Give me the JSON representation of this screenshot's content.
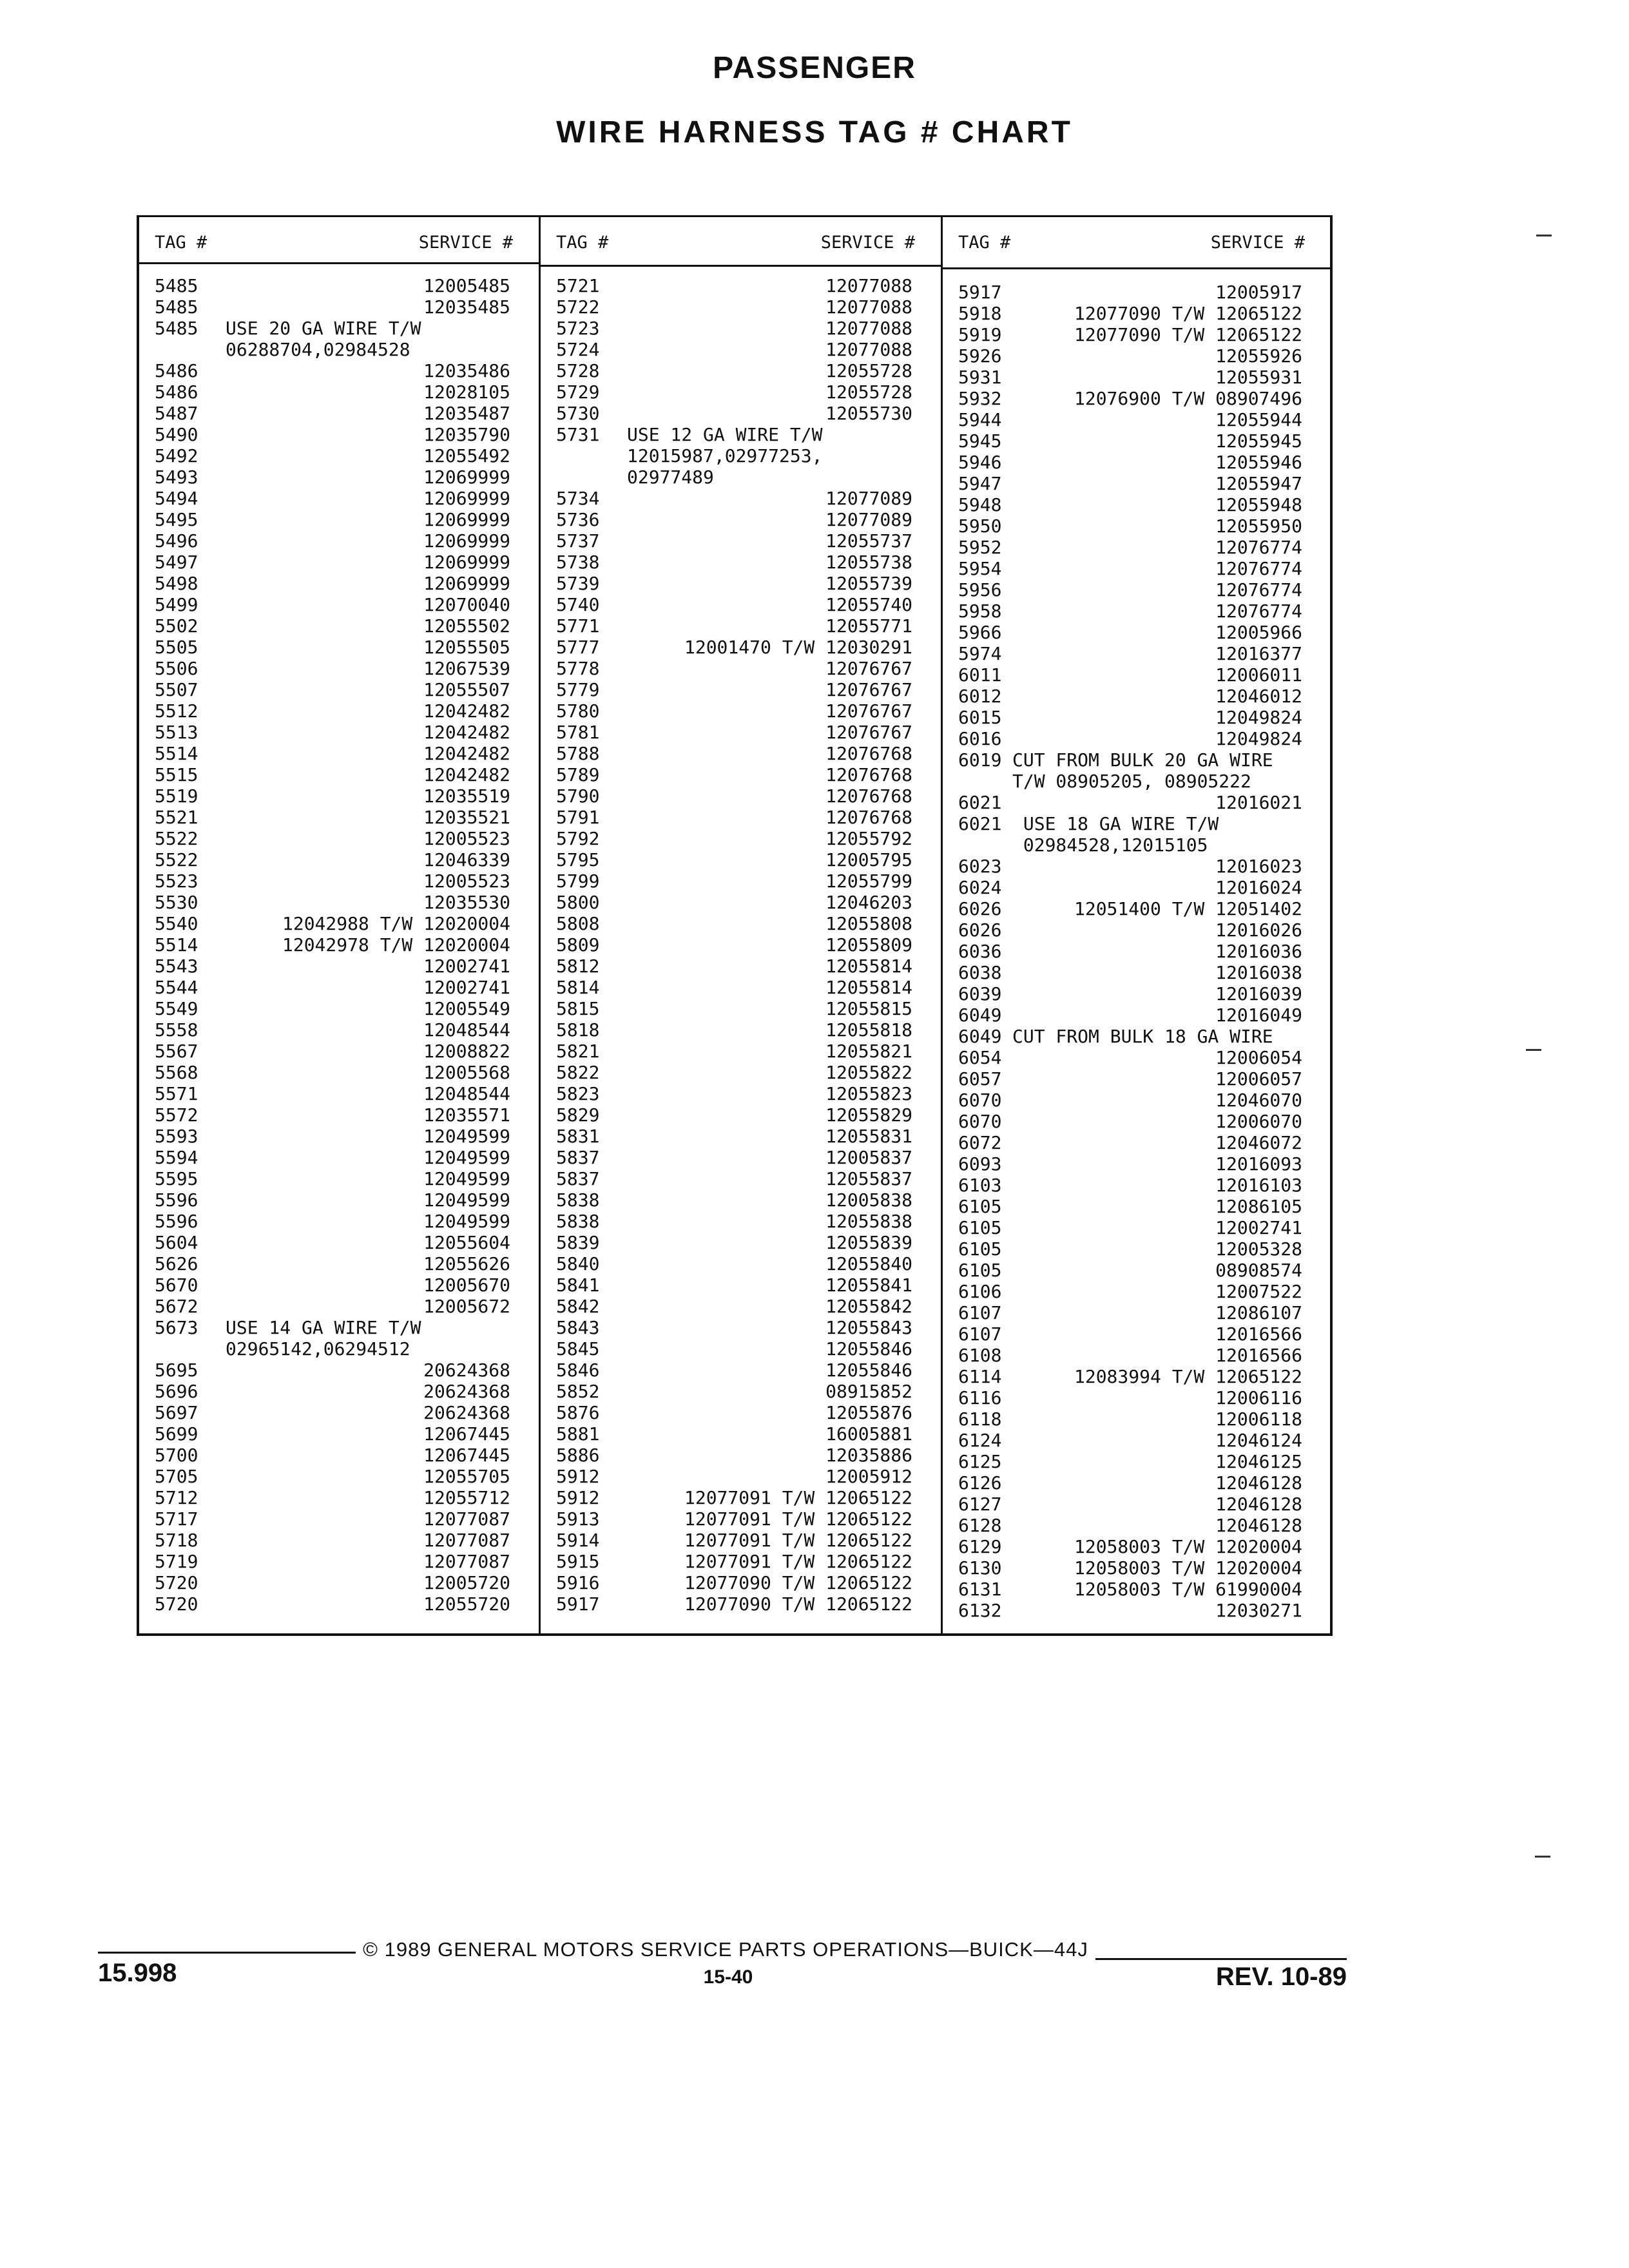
{
  "header": {
    "title": "PASSENGER",
    "subtitle": "WIRE HARNESS TAG # CHART"
  },
  "column_headers": {
    "tag": "TAG #",
    "service": "SERVICE #"
  },
  "columns": [
    [
      {
        "tag": "5485",
        "service": "12005485"
      },
      {
        "tag": "5485",
        "service": "12035485"
      },
      {
        "tag": "5485",
        "note": "USE 20 GA WIRE T/W"
      },
      {
        "tag": "",
        "note": "06288704,02984528"
      },
      {
        "tag": "5486",
        "service": "12035486"
      },
      {
        "tag": "5486",
        "service": "12028105"
      },
      {
        "tag": "5487",
        "service": "12035487"
      },
      {
        "tag": "5490",
        "service": "12035790"
      },
      {
        "tag": "5492",
        "service": "12055492"
      },
      {
        "tag": "5493",
        "service": "12069999"
      },
      {
        "tag": "5494",
        "service": "12069999"
      },
      {
        "tag": "5495",
        "service": "12069999"
      },
      {
        "tag": "5496",
        "service": "12069999"
      },
      {
        "tag": "5497",
        "service": "12069999"
      },
      {
        "tag": "5498",
        "service": "12069999"
      },
      {
        "tag": "5499",
        "service": "12070040"
      },
      {
        "tag": "5502",
        "service": "12055502"
      },
      {
        "tag": "5505",
        "service": "12055505"
      },
      {
        "tag": "5506",
        "service": "12067539"
      },
      {
        "tag": "5507",
        "service": "12055507"
      },
      {
        "tag": "5512",
        "service": "12042482"
      },
      {
        "tag": "5513",
        "service": "12042482"
      },
      {
        "tag": "5514",
        "service": "12042482"
      },
      {
        "tag": "5515",
        "service": "12042482"
      },
      {
        "tag": "5519",
        "service": "12035519"
      },
      {
        "tag": "5521",
        "service": "12035521"
      },
      {
        "tag": "5522",
        "service": "12005523"
      },
      {
        "tag": "5522",
        "service": "12046339"
      },
      {
        "tag": "5523",
        "service": "12005523"
      },
      {
        "tag": "5530",
        "service": "12035530"
      },
      {
        "tag": "5540",
        "service": "12042988 T/W 12020004"
      },
      {
        "tag": "5514",
        "service": "12042978 T/W 12020004"
      },
      {
        "tag": "5543",
        "service": "12002741"
      },
      {
        "tag": "5544",
        "service": "12002741"
      },
      {
        "tag": "5549",
        "service": "12005549"
      },
      {
        "tag": "5558",
        "service": "12048544"
      },
      {
        "tag": "5567",
        "service": "12008822"
      },
      {
        "tag": "5568",
        "service": "12005568"
      },
      {
        "tag": "5571",
        "service": "12048544"
      },
      {
        "tag": "5572",
        "service": "12035571"
      },
      {
        "tag": "5593",
        "service": "12049599"
      },
      {
        "tag": "5594",
        "service": "12049599"
      },
      {
        "tag": "5595",
        "service": "12049599"
      },
      {
        "tag": "5596",
        "service": "12049599"
      },
      {
        "tag": "5596",
        "service": "12049599"
      },
      {
        "tag": "5604",
        "service": "12055604"
      },
      {
        "tag": "5626",
        "service": "12055626"
      },
      {
        "tag": "5670",
        "service": "12005670"
      },
      {
        "tag": "5672",
        "service": "12005672"
      },
      {
        "tag": "5673",
        "note": "USE 14 GA WIRE T/W"
      },
      {
        "tag": "",
        "note": "02965142,06294512"
      },
      {
        "tag": "5695",
        "service": "20624368"
      },
      {
        "tag": "5696",
        "service": "20624368"
      },
      {
        "tag": "5697",
        "service": "20624368"
      },
      {
        "tag": "5699",
        "service": "12067445"
      },
      {
        "tag": "5700",
        "service": "12067445"
      },
      {
        "tag": "5705",
        "service": "12055705"
      },
      {
        "tag": "5712",
        "service": "12055712"
      },
      {
        "tag": "5717",
        "service": "12077087"
      },
      {
        "tag": "5718",
        "service": "12077087"
      },
      {
        "tag": "5719",
        "service": "12077087"
      },
      {
        "tag": "5720",
        "service": "12005720"
      },
      {
        "tag": "5720",
        "service": "12055720"
      }
    ],
    [
      {
        "tag": "5721",
        "service": "12077088"
      },
      {
        "tag": "5722",
        "service": "12077088"
      },
      {
        "tag": "5723",
        "service": "12077088"
      },
      {
        "tag": "5724",
        "service": "12077088"
      },
      {
        "tag": "5728",
        "service": "12055728"
      },
      {
        "tag": "5729",
        "service": "12055728"
      },
      {
        "tag": "5730",
        "service": "12055730"
      },
      {
        "tag": "5731",
        "note": "USE 12 GA WIRE T/W"
      },
      {
        "tag": "",
        "note": "12015987,02977253,"
      },
      {
        "tag": "",
        "note": "02977489"
      },
      {
        "tag": "5734",
        "service": "12077089"
      },
      {
        "tag": "5736",
        "service": "12077089"
      },
      {
        "tag": "5737",
        "service": "12055737"
      },
      {
        "tag": "5738",
        "service": "12055738"
      },
      {
        "tag": "5739",
        "service": "12055739"
      },
      {
        "tag": "5740",
        "service": "12055740"
      },
      {
        "tag": "5771",
        "service": "12055771"
      },
      {
        "tag": "5777",
        "service": "12001470 T/W 12030291"
      },
      {
        "tag": "5778",
        "service": "12076767"
      },
      {
        "tag": "5779",
        "service": "12076767"
      },
      {
        "tag": "5780",
        "service": "12076767"
      },
      {
        "tag": "5781",
        "service": "12076767"
      },
      {
        "tag": "5788",
        "service": "12076768"
      },
      {
        "tag": "5789",
        "service": "12076768"
      },
      {
        "tag": "5790",
        "service": "12076768"
      },
      {
        "tag": "5791",
        "service": "12076768"
      },
      {
        "tag": "5792",
        "service": "12055792"
      },
      {
        "tag": "5795",
        "service": "12005795"
      },
      {
        "tag": "5799",
        "service": "12055799"
      },
      {
        "tag": "5800",
        "service": "12046203"
      },
      {
        "tag": "5808",
        "service": "12055808"
      },
      {
        "tag": "5809",
        "service": "12055809"
      },
      {
        "tag": "5812",
        "service": "12055814"
      },
      {
        "tag": "5814",
        "service": "12055814"
      },
      {
        "tag": "5815",
        "service": "12055815"
      },
      {
        "tag": "5818",
        "service": "12055818"
      },
      {
        "tag": "5821",
        "service": "12055821"
      },
      {
        "tag": "5822",
        "service": "12055822"
      },
      {
        "tag": "5823",
        "service": "12055823"
      },
      {
        "tag": "5829",
        "service": "12055829"
      },
      {
        "tag": "5831",
        "service": "12055831"
      },
      {
        "tag": "5837",
        "service": "12005837"
      },
      {
        "tag": "5837",
        "service": "12055837"
      },
      {
        "tag": "5838",
        "service": "12005838"
      },
      {
        "tag": "5838",
        "service": "12055838"
      },
      {
        "tag": "5839",
        "service": "12055839"
      },
      {
        "tag": "5840",
        "service": "12055840"
      },
      {
        "tag": "5841",
        "service": "12055841"
      },
      {
        "tag": "5842",
        "service": "12055842"
      },
      {
        "tag": "5843",
        "service": "12055843"
      },
      {
        "tag": "5845",
        "service": "12055846"
      },
      {
        "tag": "5846",
        "service": "12055846"
      },
      {
        "tag": "5852",
        "service": "08915852"
      },
      {
        "tag": "5876",
        "service": "12055876"
      },
      {
        "tag": "5881",
        "service": "16005881"
      },
      {
        "tag": "5886",
        "service": "12035886"
      },
      {
        "tag": "5912",
        "service": "12005912"
      },
      {
        "tag": "5912",
        "service": "12077091 T/W 12065122"
      },
      {
        "tag": "5913",
        "service": "12077091 T/W 12065122"
      },
      {
        "tag": "5914",
        "service": "12077091 T/W 12065122"
      },
      {
        "tag": "5915",
        "service": "12077091 T/W 12065122"
      },
      {
        "tag": "5916",
        "service": "12077090 T/W 12065122"
      },
      {
        "tag": "5917",
        "service": "12077090 T/W 12065122"
      }
    ],
    [
      {
        "tag": "5917",
        "service": "12005917"
      },
      {
        "tag": "5918",
        "service": "12077090 T/W 12065122"
      },
      {
        "tag": "5919",
        "service": "12077090 T/W 12065122"
      },
      {
        "tag": "5926",
        "service": "12055926"
      },
      {
        "tag": "5931",
        "service": "12055931"
      },
      {
        "tag": "5932",
        "service": "12076900 T/W 08907496"
      },
      {
        "tag": "5944",
        "service": "12055944"
      },
      {
        "tag": "5945",
        "service": "12055945"
      },
      {
        "tag": "5946",
        "service": "12055946"
      },
      {
        "tag": "5947",
        "service": "12055947"
      },
      {
        "tag": "5948",
        "service": "12055948"
      },
      {
        "tag": "5950",
        "service": "12055950"
      },
      {
        "tag": "5952",
        "service": "12076774"
      },
      {
        "tag": "5954",
        "service": "12076774"
      },
      {
        "tag": "5956",
        "service": "12076774"
      },
      {
        "tag": "5958",
        "service": "12076774"
      },
      {
        "tag": "5966",
        "service": "12005966"
      },
      {
        "tag": "5974",
        "service": "12016377"
      },
      {
        "tag": "6011",
        "service": "12006011"
      },
      {
        "tag": "6012",
        "service": "12046012"
      },
      {
        "tag": "6015",
        "service": "12049824"
      },
      {
        "tag": "6016",
        "service": "12049824"
      },
      {
        "tag": "6019",
        "note": "CUT FROM BULK 20 GA WIRE"
      },
      {
        "tag": "",
        "note": "T/W 08905205, 08905222"
      },
      {
        "tag": "6021",
        "service": "12016021"
      },
      {
        "tag": "6021",
        "note": " USE 18 GA WIRE T/W"
      },
      {
        "tag": "",
        "note": " 02984528,12015105"
      },
      {
        "tag": "6023",
        "service": "12016023"
      },
      {
        "tag": "6024",
        "service": "12016024"
      },
      {
        "tag": "6026",
        "service": "12051400 T/W 12051402"
      },
      {
        "tag": "6026",
        "service": "12016026"
      },
      {
        "tag": "6036",
        "service": "12016036"
      },
      {
        "tag": "6038",
        "service": "12016038"
      },
      {
        "tag": "6039",
        "service": "12016039"
      },
      {
        "tag": "6049",
        "service": "12016049"
      },
      {
        "tag": "6049",
        "note": "CUT FROM BULK 18 GA WIRE"
      },
      {
        "tag": "6054",
        "service": "12006054"
      },
      {
        "tag": "6057",
        "service": "12006057"
      },
      {
        "tag": "6070",
        "service": "12046070"
      },
      {
        "tag": "6070",
        "service": "12006070"
      },
      {
        "tag": "6072",
        "service": "12046072"
      },
      {
        "tag": "6093",
        "service": "12016093"
      },
      {
        "tag": "6103",
        "service": "12016103"
      },
      {
        "tag": "6105",
        "service": "12086105"
      },
      {
        "tag": "6105",
        "service": "12002741"
      },
      {
        "tag": "6105",
        "service": "12005328"
      },
      {
        "tag": "6105",
        "service": "08908574"
      },
      {
        "tag": "6106",
        "service": "12007522"
      },
      {
        "tag": "6107",
        "service": "12086107"
      },
      {
        "tag": "6107",
        "service": "12016566"
      },
      {
        "tag": "6108",
        "service": "12016566"
      },
      {
        "tag": "6114",
        "service": "12083994 T/W 12065122"
      },
      {
        "tag": "6116",
        "service": "12006116"
      },
      {
        "tag": "6118",
        "service": "12006118"
      },
      {
        "tag": "6124",
        "service": "12046124"
      },
      {
        "tag": "6125",
        "service": "12046125"
      },
      {
        "tag": "6126",
        "service": "12046128"
      },
      {
        "tag": "6127",
        "service": "12046128"
      },
      {
        "tag": "6128",
        "service": "12046128"
      },
      {
        "tag": "6129",
        "service": "12058003 T/W 12020004"
      },
      {
        "tag": "6130",
        "service": "12058003 T/W 12020004"
      },
      {
        "tag": "6131",
        "service": "12058003 T/W 61990004"
      },
      {
        "tag": "6132",
        "service": "12030271"
      }
    ]
  ],
  "footer": {
    "copyright": "© 1989 GENERAL MOTORS SERVICE PARTS OPERATIONS—BUICK—44J",
    "page_left": "15.998",
    "page_center": "15-40",
    "revision": "REV. 10-89"
  }
}
